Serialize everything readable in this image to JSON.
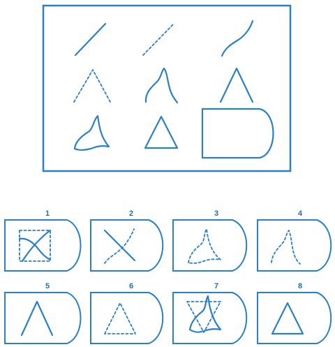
{
  "puzzle": {
    "grid": [
      [
        "solid-line",
        "dashed-line",
        "solid-curve"
      ],
      [
        "dashed-caret",
        "solid-curved-peak",
        "solid-caret"
      ],
      [
        "solid-curved-triangle",
        "solid-triangle",
        "solid-d-shape"
      ]
    ]
  },
  "options": [
    {
      "number": "1",
      "content": "dashed-square-with-crossing-curves"
    },
    {
      "number": "2",
      "content": "crossing-line-and-dashed-curve"
    },
    {
      "number": "3",
      "content": "dashed-curved-triangle"
    },
    {
      "number": "4",
      "content": "dashed-curved-peak"
    },
    {
      "number": "5",
      "content": "solid-caret"
    },
    {
      "number": "6",
      "content": "dashed-triangle"
    },
    {
      "number": "7",
      "content": "dashed-triangle-with-solid-curved-triangle"
    },
    {
      "number": "8",
      "content": "solid-triangle"
    }
  ],
  "colors": {
    "stroke": "#2a7fc8",
    "number": "#1f6fb2"
  }
}
